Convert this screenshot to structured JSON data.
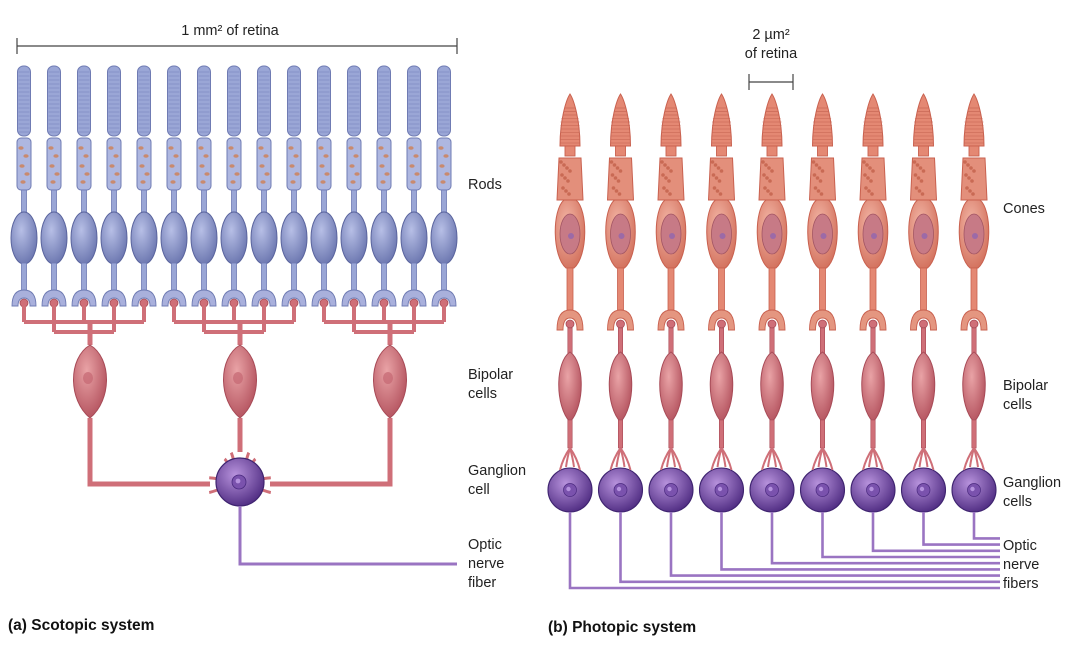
{
  "scotopic": {
    "scale_label": "1 mm² of retina",
    "rods_label": "Rods",
    "bipolar_label": "Bipolar\ncells",
    "ganglion_label": "Ganglion\ncell",
    "optic_label": "Optic\nnerve\nfiber",
    "caption": "(a) Scotopic system",
    "rod_count": 15,
    "bipolar_count": 3,
    "ganglion_count": 1
  },
  "photopic": {
    "scale_label_top": "2 µm²",
    "scale_label_bottom": "of retina",
    "cones_label": "Cones",
    "bipolar_label": "Bipolar\ncells",
    "ganglion_label": "Ganglion\ncells",
    "optic_label": "Optic\nnerve\nfibers",
    "caption": "(b) Photopic system",
    "cone_count": 9
  },
  "colors": {
    "rod": "#9aa6d6",
    "rod_dark": "#6f7bb3",
    "nucleus": "#7f88bf",
    "cone": "#e48873",
    "cone_dark": "#c9614f",
    "bipolar": "#cf6f78",
    "bipolar_dark": "#a84b57",
    "ganglion": "#6e3f9e",
    "ganglion_light": "#a77fd0",
    "fiber": "#9a74c2",
    "line": "#444444"
  }
}
